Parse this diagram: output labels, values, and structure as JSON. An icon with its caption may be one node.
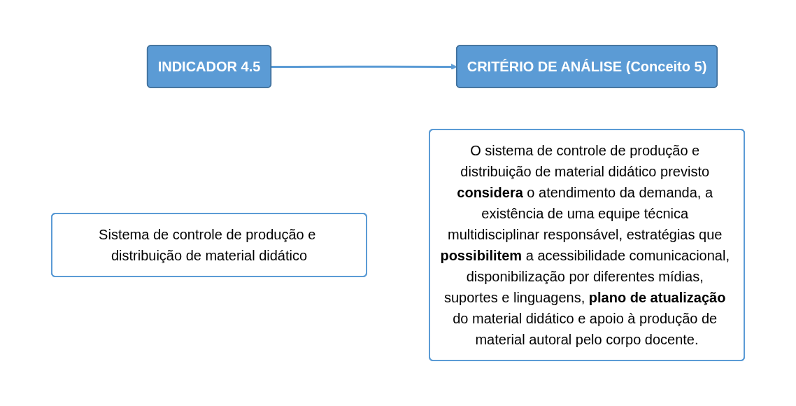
{
  "diagram": {
    "nodes": [
      {
        "text": [
          "INDICADOR 4.5"
        ]
      },
      {
        "text": [
          "Sistema de controle de produção e distribuição de material didático"
        ]
      },
      {
        "text": [
          "CRITÉRIO DE ANÁLISE (Conceito 5)"
        ]
      },
      {
        "text": [
          "O sistema de controle de produção e distribuição de material didático previsto **considera** o atendimento da demanda, a existência de uma equipe técnica multidisciplinar responsável, estratégias que **possibilitem** a acessibilidade comunicacional, disponibilização por diferentes mídias, suportes e linguagens, **plano de atualização** do material didático e apoio à produção de material autoral pelo corpo docente."
        ]
      }
    ],
    "edges": [
      {
        "from": 0,
        "to": 2,
        "arrow": "to"
      }
    ]
  }
}
